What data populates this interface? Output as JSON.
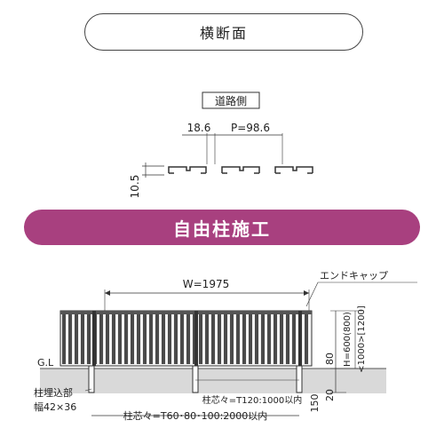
{
  "title": "横断面",
  "section_banner": "自由柱施工",
  "colors": {
    "banner": "#a8407f",
    "line": "#333333",
    "ground": "#d9d9d9",
    "panel": "#4a4a4a"
  },
  "cross_section": {
    "road_side": "道路側",
    "dim_gap": "18.6",
    "dim_pitch": "P=98.6",
    "dim_height": "10.5"
  },
  "elevation": {
    "width_label": "W=1975",
    "end_cap": "エンドキャップ",
    "gl": "G.L",
    "post_embed": "柱埋込部",
    "post_size": "幅42×36",
    "post_pitch_bottom": "柱芯々=T60･80･100:2000以内",
    "post_pitch_inner": "柱芯々=T120:1000以内",
    "height_label": "H=600(800)",
    "height_label_alt": "<1000>[1200]",
    "dim_80": "80",
    "dim_150": "150",
    "dim_20": "20"
  }
}
